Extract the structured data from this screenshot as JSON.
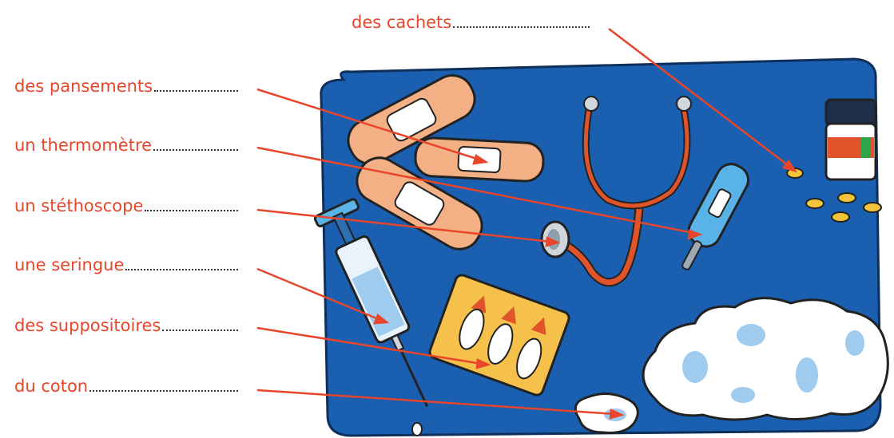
{
  "labels": {
    "cachets": "des cachets",
    "pansements": "des pansements",
    "thermometre": "un thermomètre",
    "stethoscope": "un stéthoscope",
    "seringue": "une seringue",
    "suppositoires": "des suppositoires",
    "coton": "du coton"
  },
  "colors": {
    "label_text": "#e8452a",
    "arrow": "#e8452a",
    "background_mat": "#1a5fb0",
    "bandage": "#f3b085",
    "thermometer": "#5ab3e6",
    "stethoscope_tube": "#e0542c",
    "cotton": "#ffffff",
    "cotton_shadow": "#9fcbee",
    "pill": "#f2c53d",
    "suppository_pack": "#f5c14a"
  }
}
